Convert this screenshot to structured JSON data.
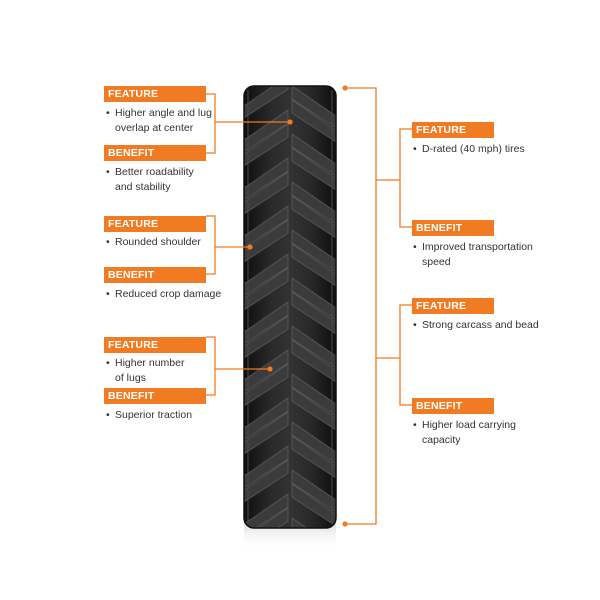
{
  "colors": {
    "accent": "#f07b22",
    "text": "#333333",
    "tire": "#1c1c1c"
  },
  "left": [
    {
      "feature_label": "FEATURE",
      "feature": [
        "Higher angle and lug",
        "overlap at center"
      ],
      "benefit_label": "BENEFIT",
      "benefit": [
        "Better roadability",
        "and stability"
      ]
    },
    {
      "feature_label": "FEATURE",
      "feature": [
        "Rounded shoulder"
      ],
      "benefit_label": "BENEFIT",
      "benefit": [
        "Reduced crop damage"
      ]
    },
    {
      "feature_label": "FEATURE",
      "feature": [
        "Higher number",
        "of lugs"
      ],
      "benefit_label": "BENEFIT",
      "benefit": [
        "Superior traction"
      ]
    }
  ],
  "right": [
    {
      "feature_label": "FEATURE",
      "feature": [
        "D-rated (40 mph) tires"
      ],
      "benefit_label": "BENEFIT",
      "benefit": [
        "Improved transportation",
        "speed"
      ]
    },
    {
      "feature_label": "FEATURE",
      "feature": [
        "Strong carcass and bead"
      ],
      "benefit_label": "BENEFIT",
      "benefit": [
        "Higher load carrying",
        "capacity"
      ]
    }
  ]
}
